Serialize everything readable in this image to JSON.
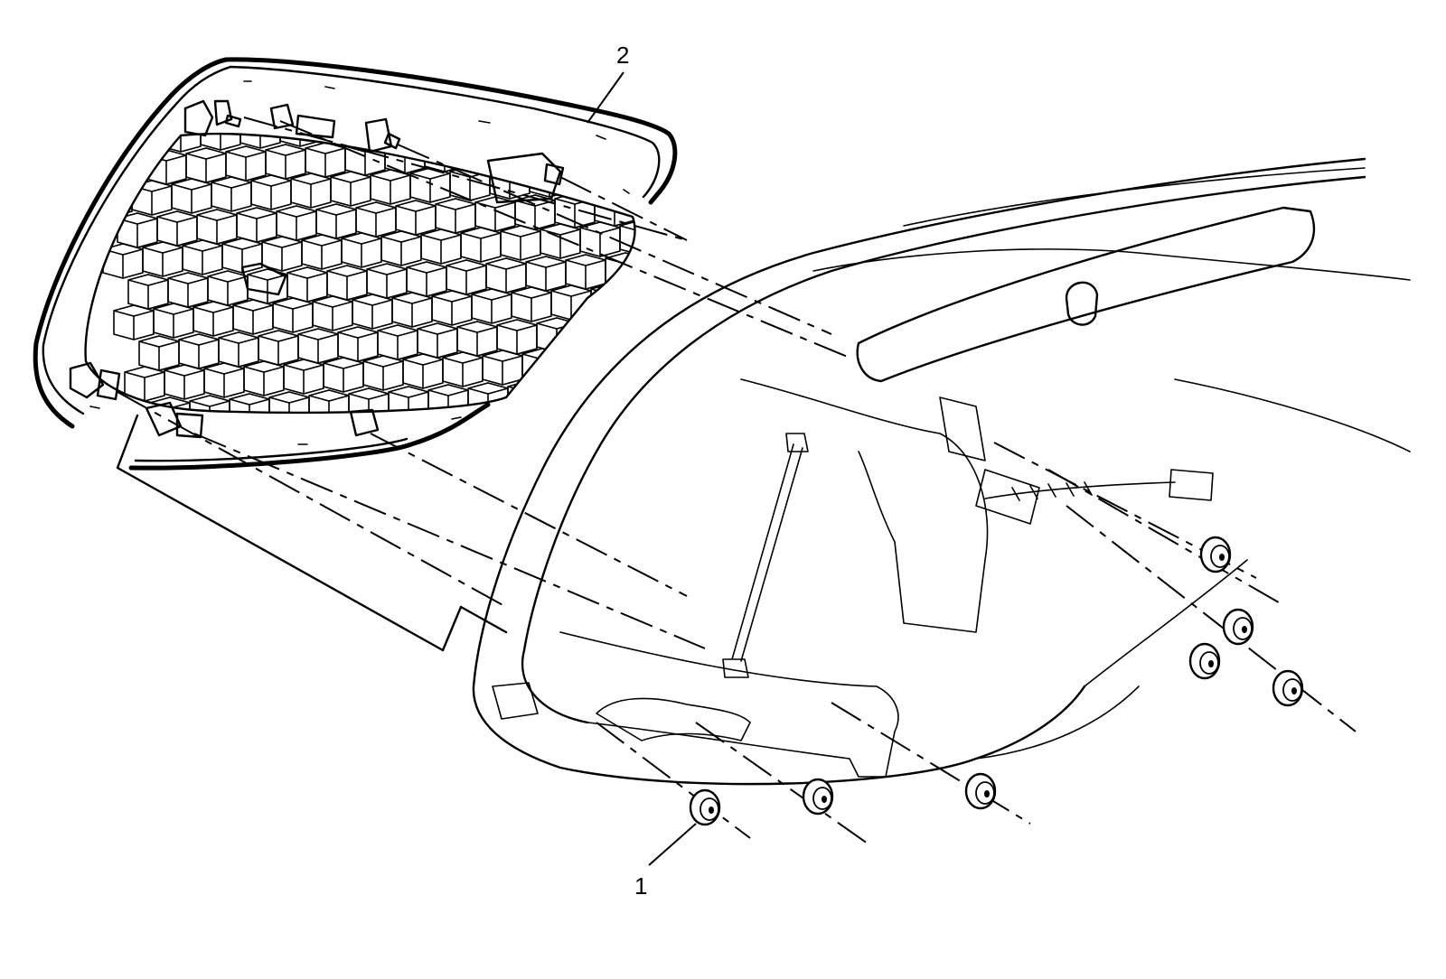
{
  "callouts": [
    {
      "id": "callout-1",
      "text": "1"
    },
    {
      "id": "callout-2",
      "text": "2"
    }
  ],
  "colors": {
    "line": "#000000",
    "background": "#ffffff"
  },
  "icons": [
    "grille-assembly",
    "front-fascia",
    "push-pin-nut",
    "hex-flange-nut"
  ]
}
